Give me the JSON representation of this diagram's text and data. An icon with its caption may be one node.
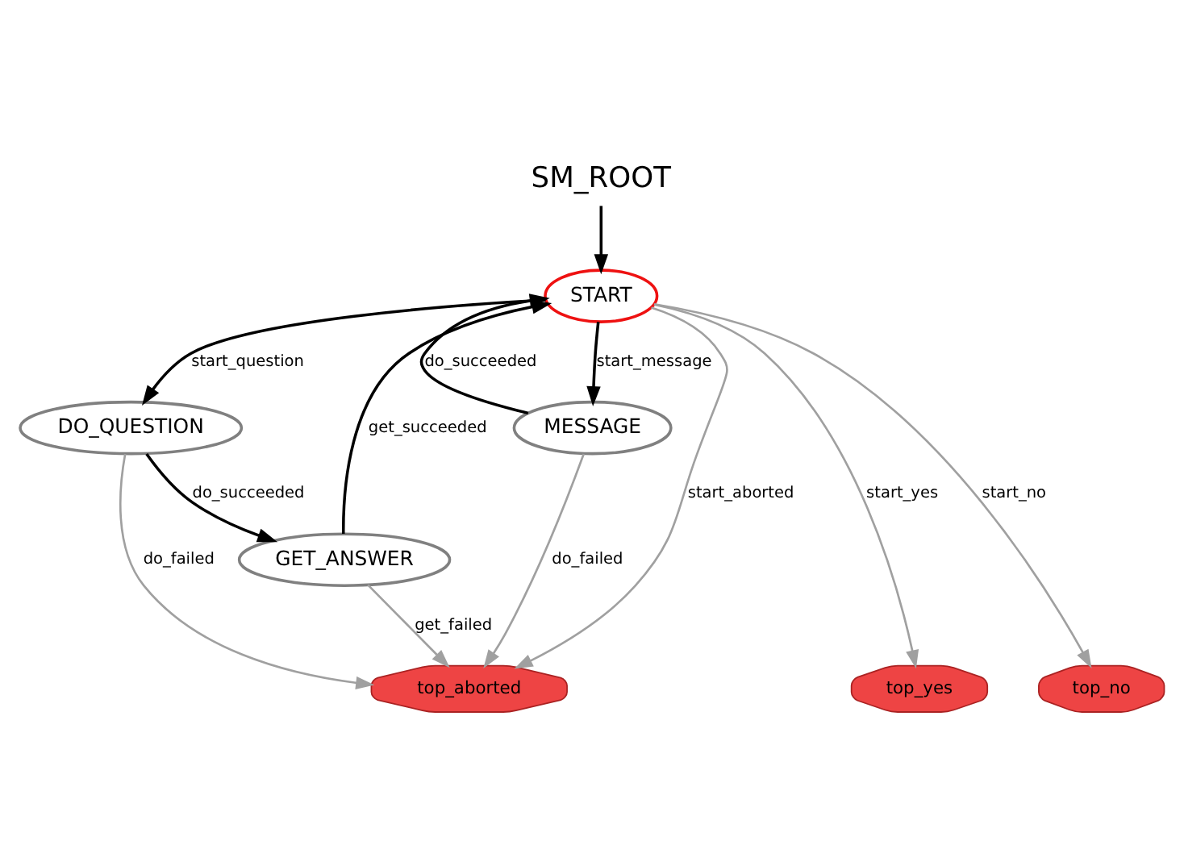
{
  "diagram": {
    "nodes": [
      {
        "text": [
          "SM_ROOT"
        ]
      },
      {
        "text": [
          "START"
        ]
      },
      {
        "text": [
          "DO_QUESTION"
        ]
      },
      {
        "text": [
          "MESSAGE"
        ]
      },
      {
        "text": [
          "GET_ANSWER"
        ]
      },
      {
        "text": [
          "top_yes"
        ]
      },
      {
        "text": [
          "top_no"
        ]
      },
      {
        "text": [
          "top_aborted"
        ]
      }
    ],
    "edges": [
      {
        "from": 0,
        "to": 1,
        "arrow": "to"
      },
      {
        "from": 1,
        "to": 2,
        "arrow": "to",
        "label": "start_question"
      },
      {
        "from": 3,
        "to": 1,
        "arrow": "to",
        "label": "do_succeeded"
      },
      {
        "from": 1,
        "to": 3,
        "arrow": "to",
        "label": "start_message"
      },
      {
        "from": 4,
        "to": 1,
        "arrow": "to",
        "label": "get_succeeded"
      },
      {
        "from": 2,
        "to": 4,
        "arrow": "to",
        "label": "do_succeeded"
      },
      {
        "from": 1,
        "to": 5,
        "arrow": "to",
        "label": "start_yes",
        "color": "#a0a0a0"
      },
      {
        "from": 1,
        "to": 6,
        "arrow": "to",
        "label": "start_no",
        "color": "#a0a0a0"
      },
      {
        "from": 2,
        "to": 7,
        "arrow": "to",
        "label": "do_failed",
        "color": "#a0a0a0"
      },
      {
        "from": 1,
        "to": 7,
        "arrow": "to",
        "label": "start_aborted",
        "color": "#a0a0a0"
      },
      {
        "from": 4,
        "to": 7,
        "arrow": "to",
        "label": "get_failed",
        "color": "#a0a0a0"
      },
      {
        "from": 3,
        "to": 7,
        "arrow": "to",
        "label": "do_failed",
        "color": "#a0a0a0"
      }
    ]
  }
}
